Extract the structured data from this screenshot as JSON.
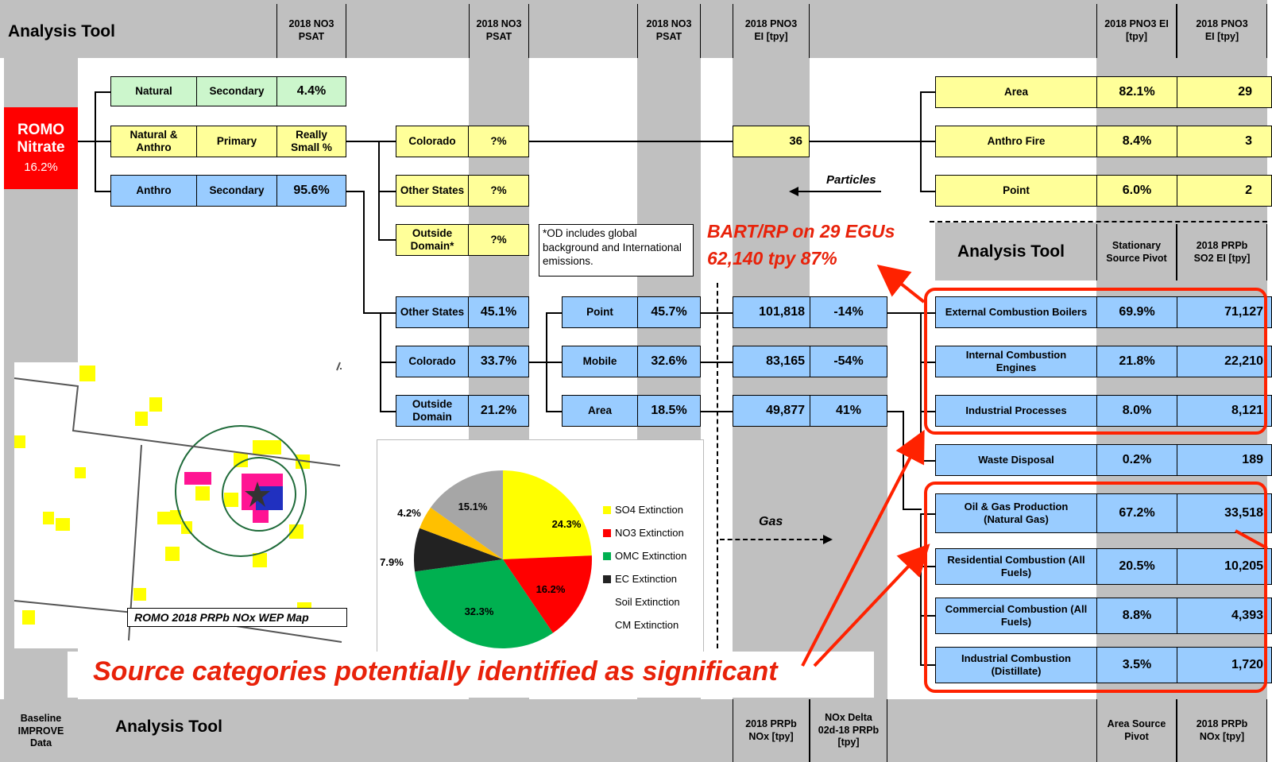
{
  "header": {
    "title": "Analysis Tool",
    "col_psat1": "2018 NO3\nPSAT",
    "col_psat2": "2018 NO3\nPSAT",
    "col_psat3": "2018 NO3\nPSAT",
    "col_pno3_ei": "2018 PNO3\nEI [tpy]",
    "col_pno3_ei2": "2018 PNO3 EI\n[tpy]",
    "col_pno3_ei3": "2018 PNO3\nEI [tpy]"
  },
  "footer": {
    "baseline": "Baseline\nIMPROVE\nData",
    "title": "Analysis Tool",
    "col_prpb_nox": "2018 PRPb\nNOx [tpy]",
    "col_nox_delta": "NOx Delta\n02d-18 PRPb\n[tpy]",
    "col_area_pivot": "Area Source\nPivot",
    "col_prpb_nox2": "2018 PRPb\nNOx [tpy]"
  },
  "romo": {
    "line1": "ROMO",
    "line2": "Nitrate",
    "pct": "16.2%"
  },
  "tree1": [
    {
      "a": "Natural",
      "b": "Secondary",
      "c": "4.4%"
    },
    {
      "a": "Natural &\nAnthro",
      "b": "Primary",
      "c": "Really\nSmall %"
    },
    {
      "a": "Anthro",
      "b": "Secondary",
      "c": "95.6%"
    }
  ],
  "tree2_top": [
    {
      "name": "Colorado",
      "pct": "?%"
    },
    {
      "name": "Other States",
      "pct": "?%"
    },
    {
      "name": "Outside\nDomain*",
      "pct": "?%"
    }
  ],
  "note_od": "*OD includes global background  and International emissions.",
  "pno3_value": "36",
  "particles_label": "Particles",
  "gas_label": "Gas",
  "bart": {
    "line1": "BART/RP on 29 EGUs",
    "line2": "62,140 tpy 87%"
  },
  "tree2_bottom": [
    {
      "name": "Other States",
      "pct": "45.1%"
    },
    {
      "name": "Colorado",
      "pct": "33.7%"
    },
    {
      "name": "Outside\nDomain",
      "pct": "21.2%"
    }
  ],
  "tree3": [
    {
      "name": "Point",
      "pct": "45.7%",
      "nox": "101,818",
      "delta": "-14%"
    },
    {
      "name": "Mobile",
      "pct": "32.6%",
      "nox": "83,165",
      "delta": "-54%"
    },
    {
      "name": "Area",
      "pct": "18.5%",
      "nox": "49,877",
      "delta": "41%"
    }
  ],
  "pno3_sources": [
    {
      "name": "Area",
      "pct": "82.1%",
      "val": "29"
    },
    {
      "name": "Anthro Fire",
      "pct": "8.4%",
      "val": "3"
    },
    {
      "name": "Point",
      "pct": "6.0%",
      "val": "2"
    }
  ],
  "mid_header": {
    "title": "Analysis Tool",
    "col1": "Stationary\nSource Pivot",
    "col2": "2018 PRPb\nSO2 EI [tpy]"
  },
  "stationary": [
    {
      "name": "External Combustion Boilers",
      "pct": "69.9%",
      "val": "71,127"
    },
    {
      "name": "Internal Combustion\nEngines",
      "pct": "21.8%",
      "val": "22,210"
    },
    {
      "name": "Industrial Processes",
      "pct": "8.0%",
      "val": "8,121"
    },
    {
      "name": "Waste Disposal",
      "pct": "0.2%",
      "val": "189"
    }
  ],
  "area_sources": [
    {
      "name": "Oil & Gas Production\n(Natural Gas)",
      "pct": "67.2%",
      "val": "33,518"
    },
    {
      "name": "Residential Combustion (All\nFuels)",
      "pct": "20.5%",
      "val": "10,205"
    },
    {
      "name": "Commercial Combustion (All\nFuels)",
      "pct": "8.8%",
      "val": "4,393"
    },
    {
      "name": "Industrial Combustion\n(Distillate)",
      "pct": "3.5%",
      "val": "1,720"
    }
  ],
  "map_caption": "ROMO 2018 PRPb NOx WEP Map",
  "significant_caption": "Source categories  potentially identified as significant",
  "chart_data": {
    "type": "pie",
    "slices": [
      {
        "label": "SO4 Extinction",
        "value": 24.3,
        "color": "#ffff00"
      },
      {
        "label": "NO3 Extinction",
        "value": 16.2,
        "color": "#ff0000"
      },
      {
        "label": "OMC Extinction",
        "value": 32.3,
        "color": "#00b050"
      },
      {
        "label": "EC Extinction",
        "value": 7.9,
        "color": "#222222"
      },
      {
        "label": "Soil Extinction",
        "value": 4.2,
        "color": "#ffc000"
      },
      {
        "label": "CM Extinction",
        "value": 15.1,
        "color": "#a6a6a6"
      }
    ],
    "data_labels": [
      "24.3%",
      "16.2%",
      "32.3%",
      "7.9%",
      "4.2%",
      "15.1%"
    ],
    "legend_placement": "right"
  }
}
